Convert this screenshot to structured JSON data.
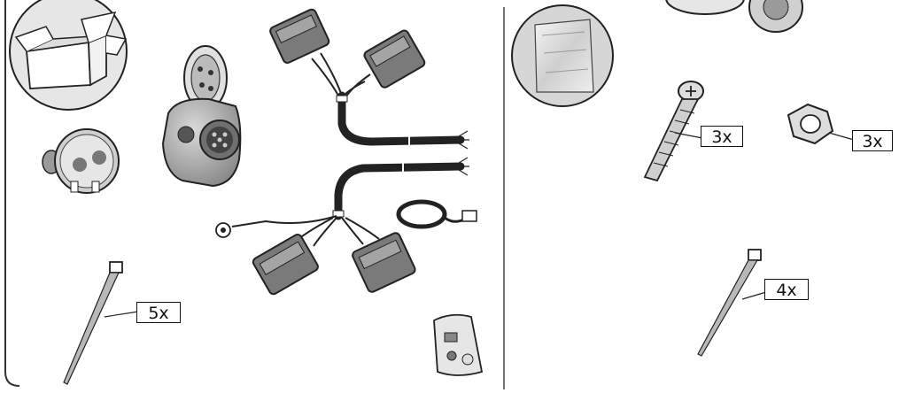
{
  "quantities": {
    "cable_ties_left": "5x",
    "screws": "3x",
    "nuts": "3x",
    "cable_ties_right": "4x"
  }
}
